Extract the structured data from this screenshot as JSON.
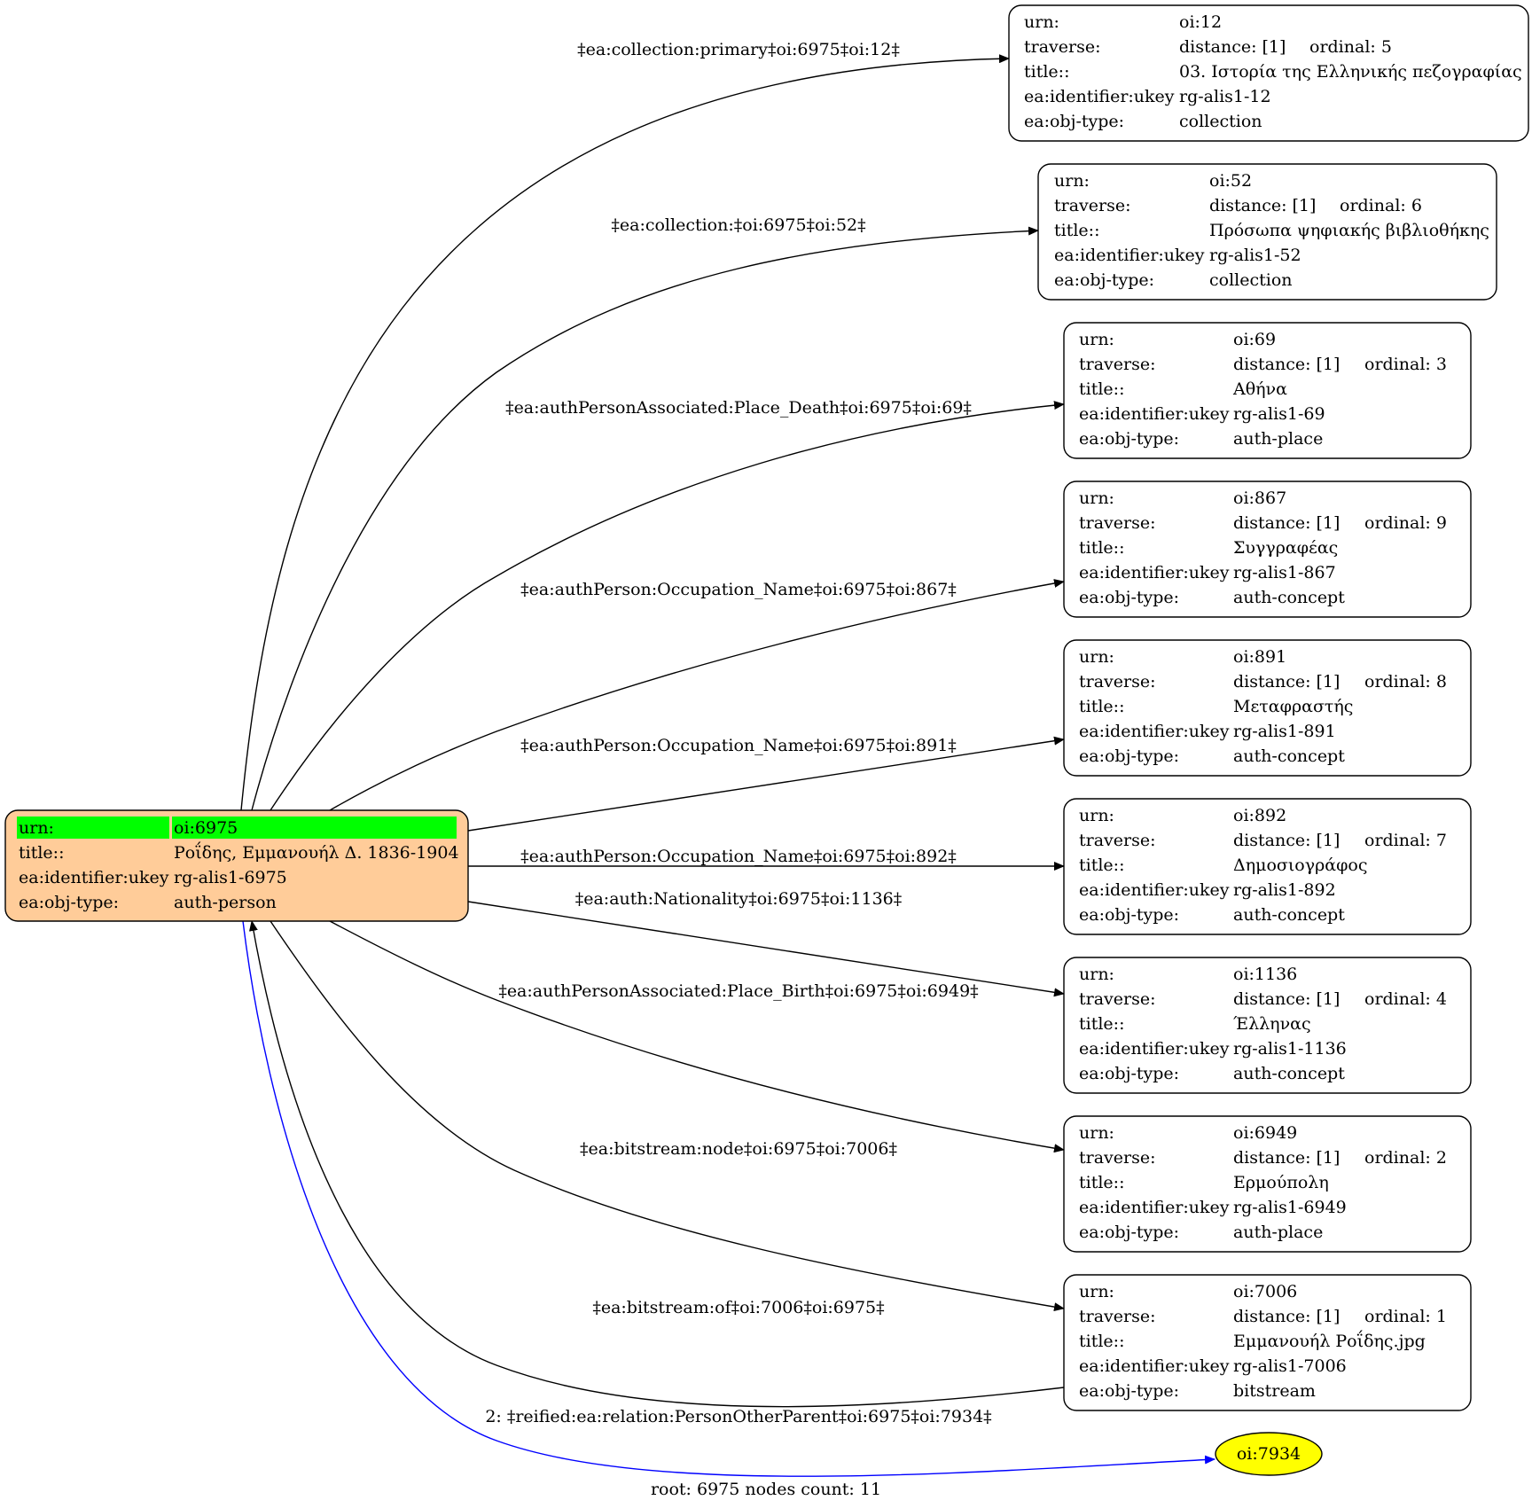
{
  "footer": "root: 6975 nodes count: 11",
  "colors": {
    "root_fill": "#ffcc99",
    "highlight": "#00ff00",
    "leaf_fill": "#ffff00",
    "blue_edge": "#0000ff"
  },
  "root": {
    "rows": [
      {
        "key": "urn:",
        "value": "oi:6975"
      },
      {
        "key": "title::",
        "value": "Ροΐδης, Εμμανουήλ Δ. 1836-1904"
      },
      {
        "key": "ea:identifier:ukey",
        "value": "rg-alis1-6975"
      },
      {
        "key": "ea:obj-type:",
        "value": "auth-person"
      }
    ]
  },
  "nodes": [
    {
      "urn": "oi:12",
      "distance": "distance: [1]",
      "ordinal": "ordinal: 5",
      "title": "03. Ιστορία της Ελληνικής πεζογραφίας",
      "ukey": "rg-alis1-12",
      "type": "collection"
    },
    {
      "urn": "oi:52",
      "distance": "distance: [1]",
      "ordinal": "ordinal: 6",
      "title": "Πρόσωπα ψηφιακής βιβλιοθήκης",
      "ukey": "rg-alis1-52",
      "type": "collection"
    },
    {
      "urn": "oi:69",
      "distance": "distance: [1]",
      "ordinal": "ordinal: 3",
      "title": "Αθήνα",
      "ukey": "rg-alis1-69",
      "type": "auth-place"
    },
    {
      "urn": "oi:867",
      "distance": "distance: [1]",
      "ordinal": "ordinal: 9",
      "title": "Συγγραφέας",
      "ukey": "rg-alis1-867",
      "type": "auth-concept"
    },
    {
      "urn": "oi:891",
      "distance": "distance: [1]",
      "ordinal": "ordinal: 8",
      "title": "Μεταφραστής",
      "ukey": "rg-alis1-891",
      "type": "auth-concept"
    },
    {
      "urn": "oi:892",
      "distance": "distance: [1]",
      "ordinal": "ordinal: 7",
      "title": "Δημοσιογράφος",
      "ukey": "rg-alis1-892",
      "type": "auth-concept"
    },
    {
      "urn": "oi:1136",
      "distance": "distance: [1]",
      "ordinal": "ordinal: 4",
      "title": "Έλληνας",
      "ukey": "rg-alis1-1136",
      "type": "auth-concept"
    },
    {
      "urn": "oi:6949",
      "distance": "distance: [1]",
      "ordinal": "ordinal: 2",
      "title": "Ερμούπολη",
      "ukey": "rg-alis1-6949",
      "type": "auth-place"
    },
    {
      "urn": "oi:7006",
      "distance": "distance: [1]",
      "ordinal": "ordinal: 1",
      "title": "Εμμανουήλ Ροΐδης.jpg",
      "ukey": "rg-alis1-7006",
      "type": "bitstream"
    }
  ],
  "row_keys": {
    "urn": "urn:",
    "traverse": "traverse:",
    "title": "title::",
    "ukey": "ea:identifier:ukey",
    "type": "ea:obj-type:"
  },
  "leaf": {
    "label": "oi:7934"
  },
  "edges": [
    {
      "label": "‡ea:collection:primary‡oi:6975‡oi:12‡"
    },
    {
      "label": "‡ea:collection:‡oi:6975‡oi:52‡"
    },
    {
      "label": "‡ea:authPersonAssociated:Place_Death‡oi:6975‡oi:69‡"
    },
    {
      "label": "‡ea:authPerson:Occupation_Name‡oi:6975‡oi:867‡"
    },
    {
      "label": "‡ea:authPerson:Occupation_Name‡oi:6975‡oi:891‡"
    },
    {
      "label": "‡ea:authPerson:Occupation_Name‡oi:6975‡oi:892‡"
    },
    {
      "label": "‡ea:auth:Nationality‡oi:6975‡oi:1136‡"
    },
    {
      "label": "‡ea:authPersonAssociated:Place_Birth‡oi:6975‡oi:6949‡"
    },
    {
      "label": "‡ea:bitstream:node‡oi:6975‡oi:7006‡"
    },
    {
      "label": "‡ea:bitstream:of‡oi:7006‡oi:6975‡"
    },
    {
      "label": "2: ‡reified:ea:relation:PersonOtherParent‡oi:6975‡oi:7934‡"
    }
  ]
}
